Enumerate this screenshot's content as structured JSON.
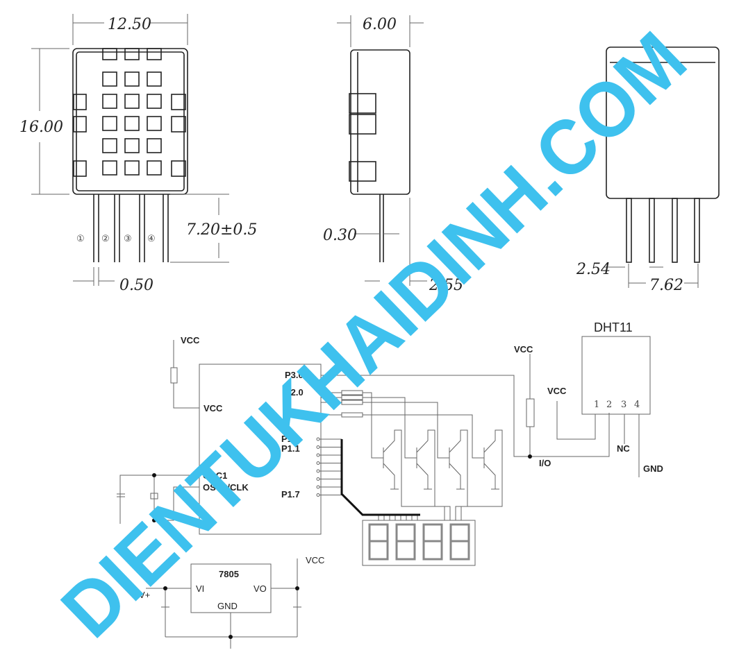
{
  "drawing": {
    "front": {
      "width": "12.50",
      "height": "16.00",
      "pin_length": "7.20±0.5",
      "pin_width": "0.50",
      "pin_numbers": [
        "①",
        "②",
        "③",
        "④"
      ]
    },
    "side": {
      "depth": "6.00",
      "pin_thickness": "0.30",
      "offset": "2.55"
    },
    "back": {
      "pitch": "2.54",
      "span": "7.62"
    }
  },
  "schematic": {
    "mcu": {
      "vcc_supply": "VCC",
      "vcc_pin": "VCC",
      "pins": [
        "P3.0",
        "P2.0",
        "P2.3",
        "P1.0",
        "P1.1",
        "P1.7"
      ],
      "osc1": "OSC1",
      "osc2": "OSC2/CLK"
    },
    "sensor": {
      "title": "DHT11",
      "pins": [
        "1",
        "2",
        "3",
        "4"
      ],
      "vcc_pullup": "VCC",
      "vcc_pin1": "VCC",
      "io": "I/O",
      "nc": "NC",
      "gnd": "GND"
    },
    "regulator": {
      "name": "7805",
      "vi": "VI",
      "vo": "VO",
      "gnd": "GND",
      "vcc": "VCC",
      "vplus": "V+"
    }
  },
  "watermark": {
    "text": "DIENTUKHAIDINH.COM",
    "color": "#3EC1EE"
  }
}
